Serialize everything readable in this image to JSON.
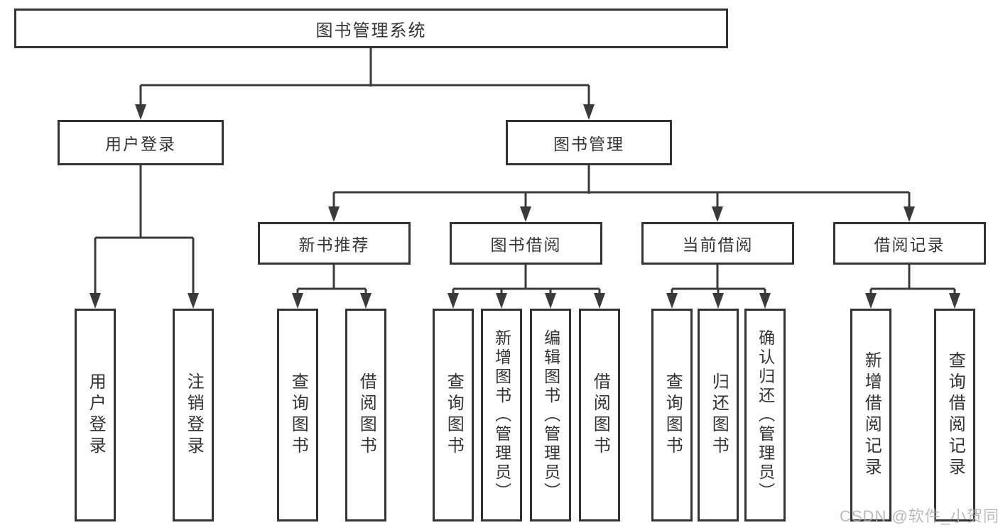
{
  "colors": {
    "line": "#3a3a3a",
    "box_border": "#333333",
    "text": "#333333",
    "watermark": "#a9a9a9",
    "background": "#ffffff"
  },
  "watermark": {
    "text": "CSDN @软件_小贺同学"
  },
  "tree": {
    "root": {
      "label": "图书管理系统",
      "children": [
        {
          "label": "用户登录",
          "children": [
            {
              "label": "用户登录"
            },
            {
              "label": "注销登录"
            }
          ]
        },
        {
          "label": "图书管理",
          "children": [
            {
              "label": "新书推荐",
              "children": [
                {
                  "label": "查询图书"
                },
                {
                  "label": "借阅图书"
                }
              ]
            },
            {
              "label": "图书借阅",
              "children": [
                {
                  "label": "查询图书"
                },
                {
                  "label": "新增图书（管理员）"
                },
                {
                  "label": "编辑图书（管理员）"
                },
                {
                  "label": "借阅图书"
                }
              ]
            },
            {
              "label": "当前借阅",
              "children": [
                {
                  "label": "查询图书"
                },
                {
                  "label": "归还图书"
                },
                {
                  "label": "确认归还（管理员）"
                }
              ]
            },
            {
              "label": "借阅记录",
              "children": [
                {
                  "label": "新增借阅记录"
                },
                {
                  "label": "查询借阅记录"
                }
              ]
            }
          ]
        }
      ]
    }
  }
}
